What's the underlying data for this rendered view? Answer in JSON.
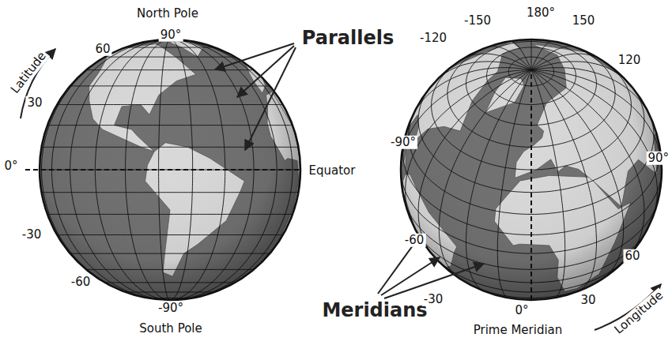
{
  "diagram": {
    "labels": [
      "North Pole",
      "90°",
      "60",
      "30",
      "0°",
      "-30",
      "-60",
      "-90°",
      "South Pole",
      "Latitude",
      "Parallels",
      "Equator",
      "Meridians",
      "180°",
      "-150",
      "150",
      "-120",
      "120",
      "-90°",
      "90°",
      "-60",
      "60",
      "-30",
      "30",
      "0°",
      "Prime Meridian",
      "Longitude"
    ]
  }
}
